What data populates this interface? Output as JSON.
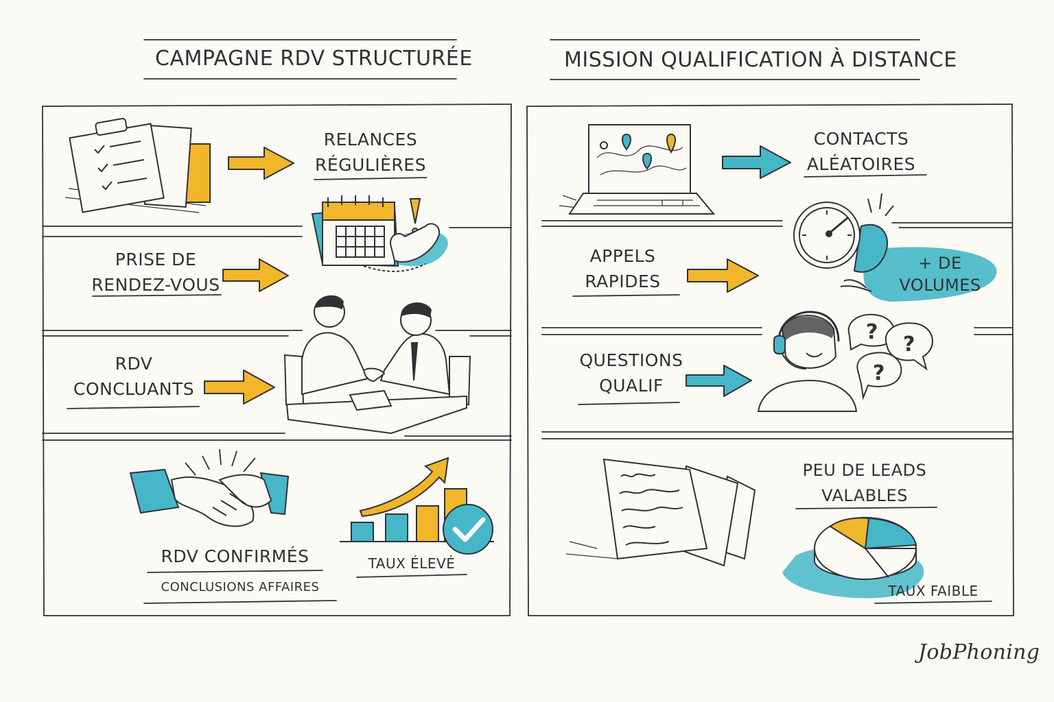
{
  "left": {
    "title": "Campagne RDV structurée",
    "step1": {
      "line1": "Relances",
      "line2": "régulières"
    },
    "step2": {
      "line1": "Prise de",
      "line2": "rendez-vous"
    },
    "step3": {
      "line1": "RDV",
      "line2": "concluants"
    },
    "result_main": "RDV confirmés",
    "result_sub": "Conclusions affaires",
    "rate": "Taux élevé"
  },
  "right": {
    "title": "Mission Qualification à Distance",
    "step1": {
      "line1": "Contacts",
      "line2": "aléatoires"
    },
    "step2": {
      "line1": "Appels",
      "line2": "rapides"
    },
    "volume": {
      "line1": "+ de",
      "line2": "volumes"
    },
    "step3": {
      "line1": "Questions",
      "line2": "qualif"
    },
    "question_mark": "?",
    "result_main": {
      "line1": "Peu de leads",
      "line2": "valables"
    },
    "rate": "Taux faible"
  },
  "brand": "JobPhoning",
  "colors": {
    "ink": "#2f3234",
    "yellow": "#f2b62b",
    "teal": "#45b7c8",
    "paper": "#fbfaf5"
  },
  "icons": [
    "clipboard-icon",
    "calendar-icon",
    "phone-icon",
    "meeting-icon",
    "handshake-icon",
    "bar-chart-icon",
    "checkmark-icon",
    "laptop-map-icon",
    "stopwatch-icon",
    "headset-agent-icon",
    "question-bubble-icon",
    "document-icon",
    "pie-chart-icon",
    "arrow-icon"
  ]
}
